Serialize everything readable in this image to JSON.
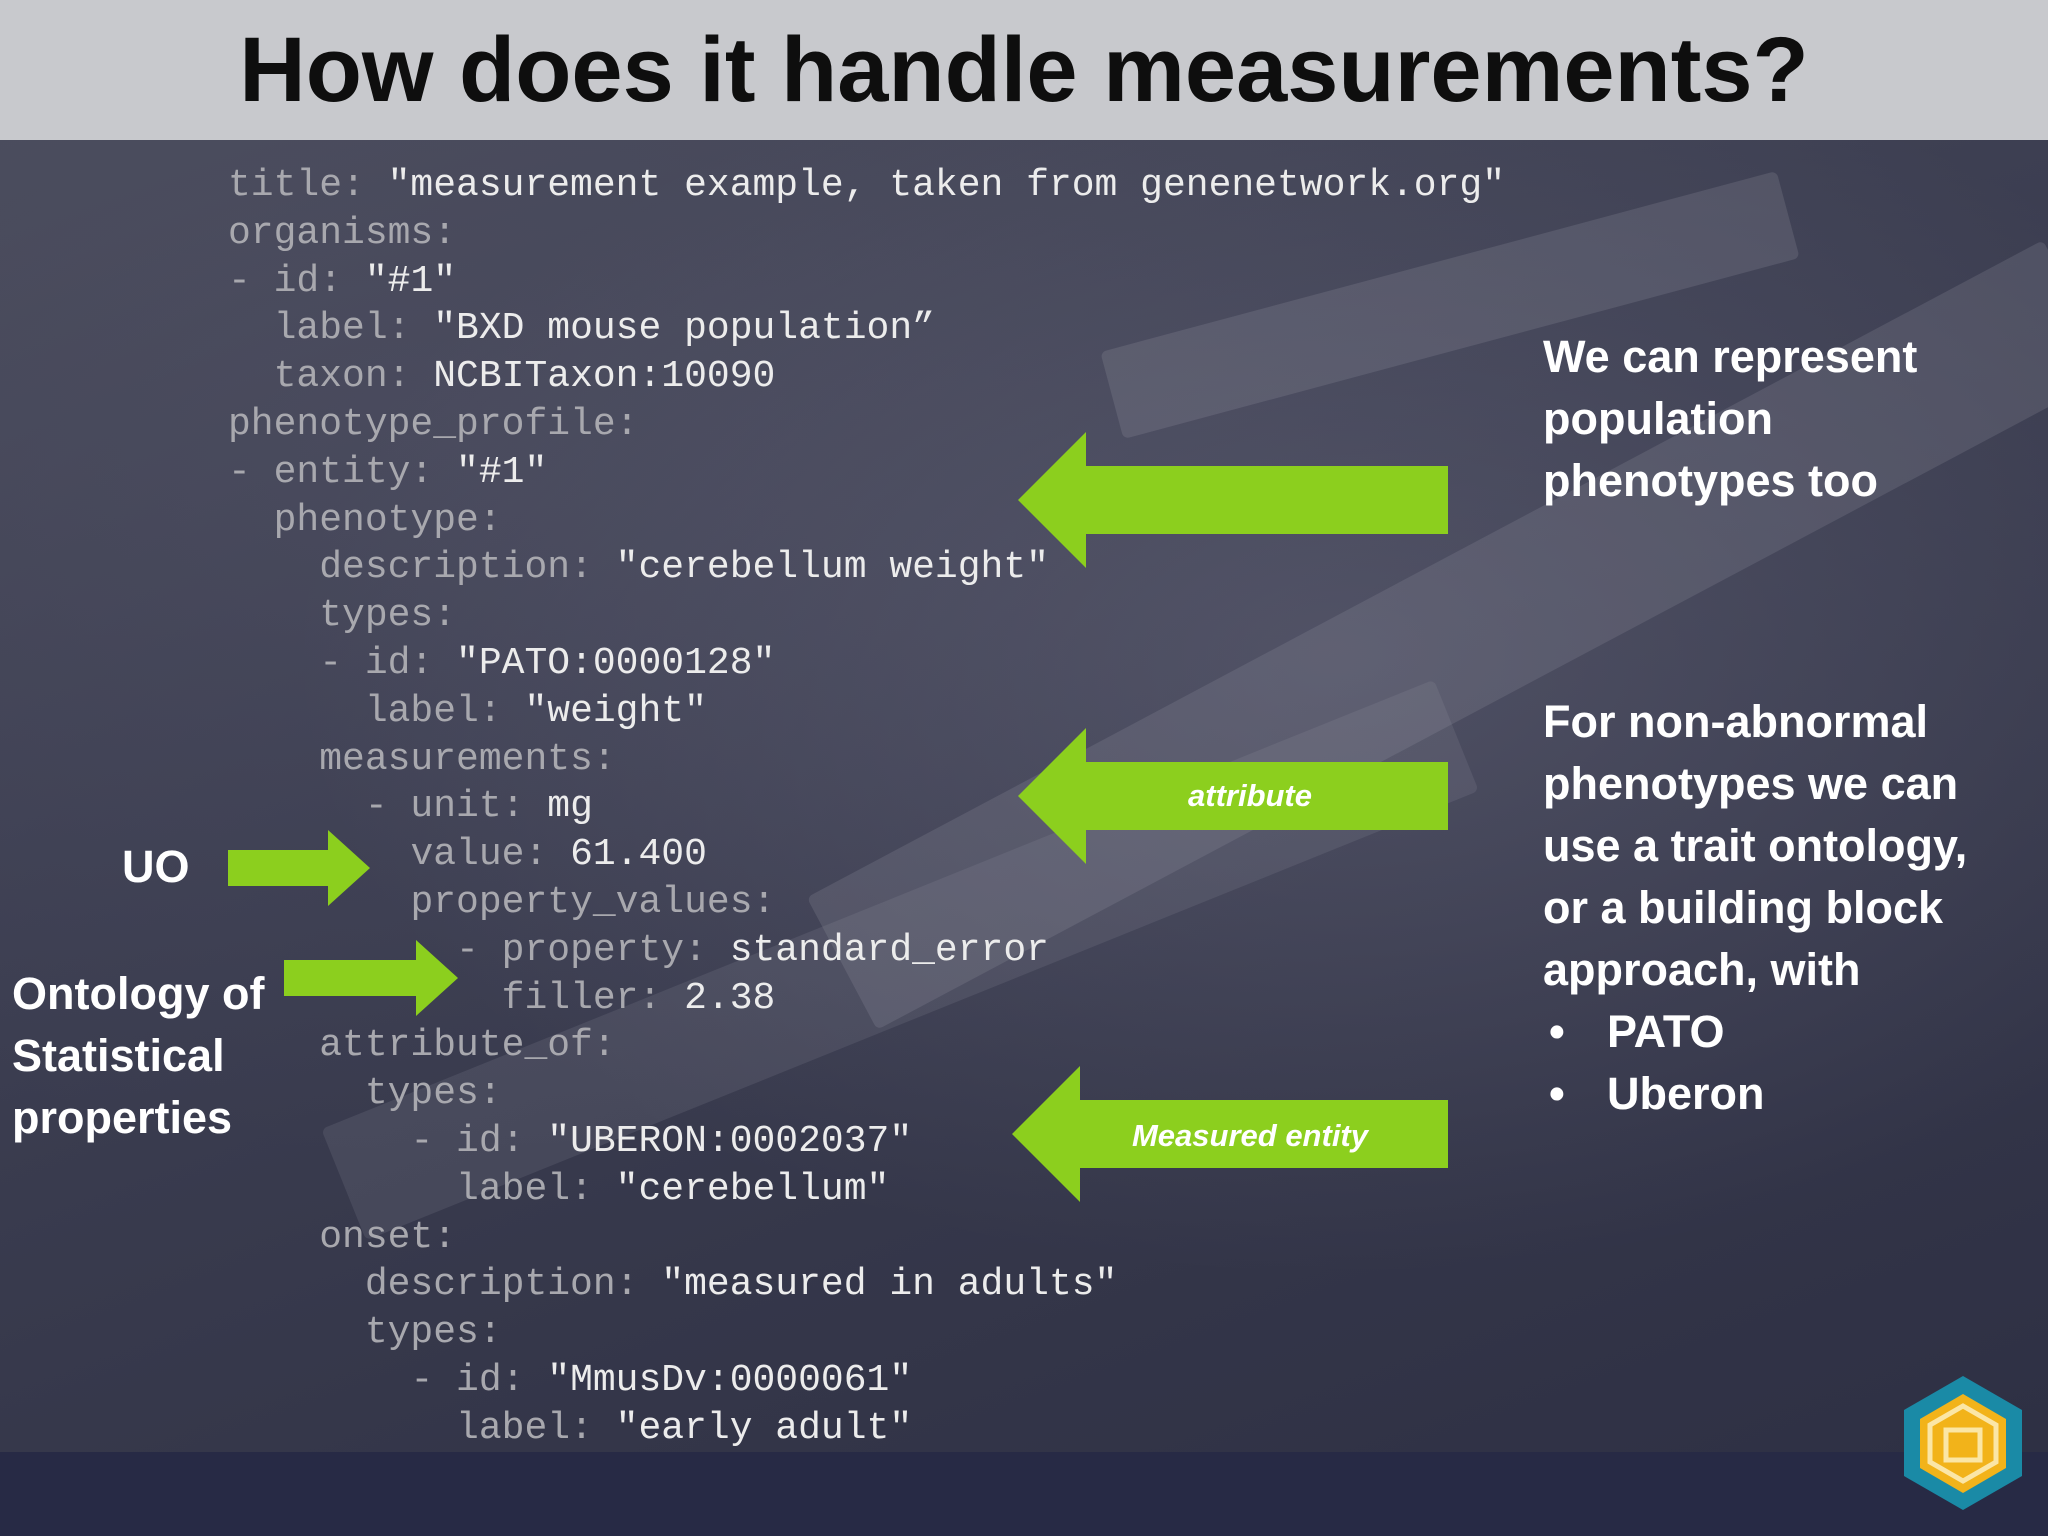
{
  "slide": {
    "title": "How does it handle measurements?"
  },
  "code_lines": [
    {
      "indent": "",
      "key": "title:",
      "value": " \"measurement example, taken from genenetwork.org\""
    },
    {
      "indent": "",
      "key": "organisms:",
      "value": ""
    },
    {
      "indent": "",
      "key": "- id:",
      "value": " \"#1\""
    },
    {
      "indent": "  ",
      "key": "label:",
      "value": " \"BXD mouse population”"
    },
    {
      "indent": "  ",
      "key": "taxon:",
      "value": " NCBITaxon:10090"
    },
    {
      "indent": "",
      "key": "phenotype_profile:",
      "value": ""
    },
    {
      "indent": "",
      "key": "- entity:",
      "value": " \"#1\""
    },
    {
      "indent": "  ",
      "key": "phenotype:",
      "value": ""
    },
    {
      "indent": "    ",
      "key": "description:",
      "value": " \"cerebellum weight\""
    },
    {
      "indent": "    ",
      "key": "types:",
      "value": ""
    },
    {
      "indent": "    ",
      "key": "- id:",
      "value": " \"PATO:0000128\""
    },
    {
      "indent": "      ",
      "key": "label:",
      "value": " \"weight\""
    },
    {
      "indent": "    ",
      "key": "measurements:",
      "value": ""
    },
    {
      "indent": "      ",
      "key": "- unit:",
      "value": " mg"
    },
    {
      "indent": "        ",
      "key": "value:",
      "value": " 61.400"
    },
    {
      "indent": "        ",
      "key": "property_values:",
      "value": ""
    },
    {
      "indent": "          ",
      "key": "- property:",
      "value": " standard_error"
    },
    {
      "indent": "            ",
      "key": "filler:",
      "value": " 2.38"
    },
    {
      "indent": "    ",
      "key": "attribute_of:",
      "value": ""
    },
    {
      "indent": "      ",
      "key": "types:",
      "value": ""
    },
    {
      "indent": "        ",
      "key": "- id:",
      "value": " \"UBERON:0002037\""
    },
    {
      "indent": "          ",
      "key": "label:",
      "value": " \"cerebellum\""
    },
    {
      "indent": "    ",
      "key": "onset:",
      "value": ""
    },
    {
      "indent": "      ",
      "key": "description:",
      "value": " \"measured in adults\""
    },
    {
      "indent": "      ",
      "key": "types:",
      "value": ""
    },
    {
      "indent": "        ",
      "key": "- id:",
      "value": " \"MmusDv:0000061\""
    },
    {
      "indent": "          ",
      "key": "label:",
      "value": " \"early adult\""
    }
  ],
  "annotations": {
    "population_note": [
      "We can represent",
      "population",
      "phenotypes too"
    ],
    "trait_note": [
      "For non-abnormal",
      "phenotypes we can",
      "use a trait ontology,",
      "or a building block",
      "approach, with"
    ],
    "trait_bullets": [
      "PATO",
      "Uberon"
    ],
    "uo_label": "UO",
    "stats_label": [
      "Ontology of",
      "Statistical",
      "properties"
    ],
    "attribute_label": "attribute",
    "measured_entity_label": "Measured entity"
  },
  "colors": {
    "arrow_green": "#8ccf1e",
    "header_bg": "#c8c9cd",
    "logo_teal": "#1a8aa6",
    "logo_gold": "#f2b31a"
  }
}
